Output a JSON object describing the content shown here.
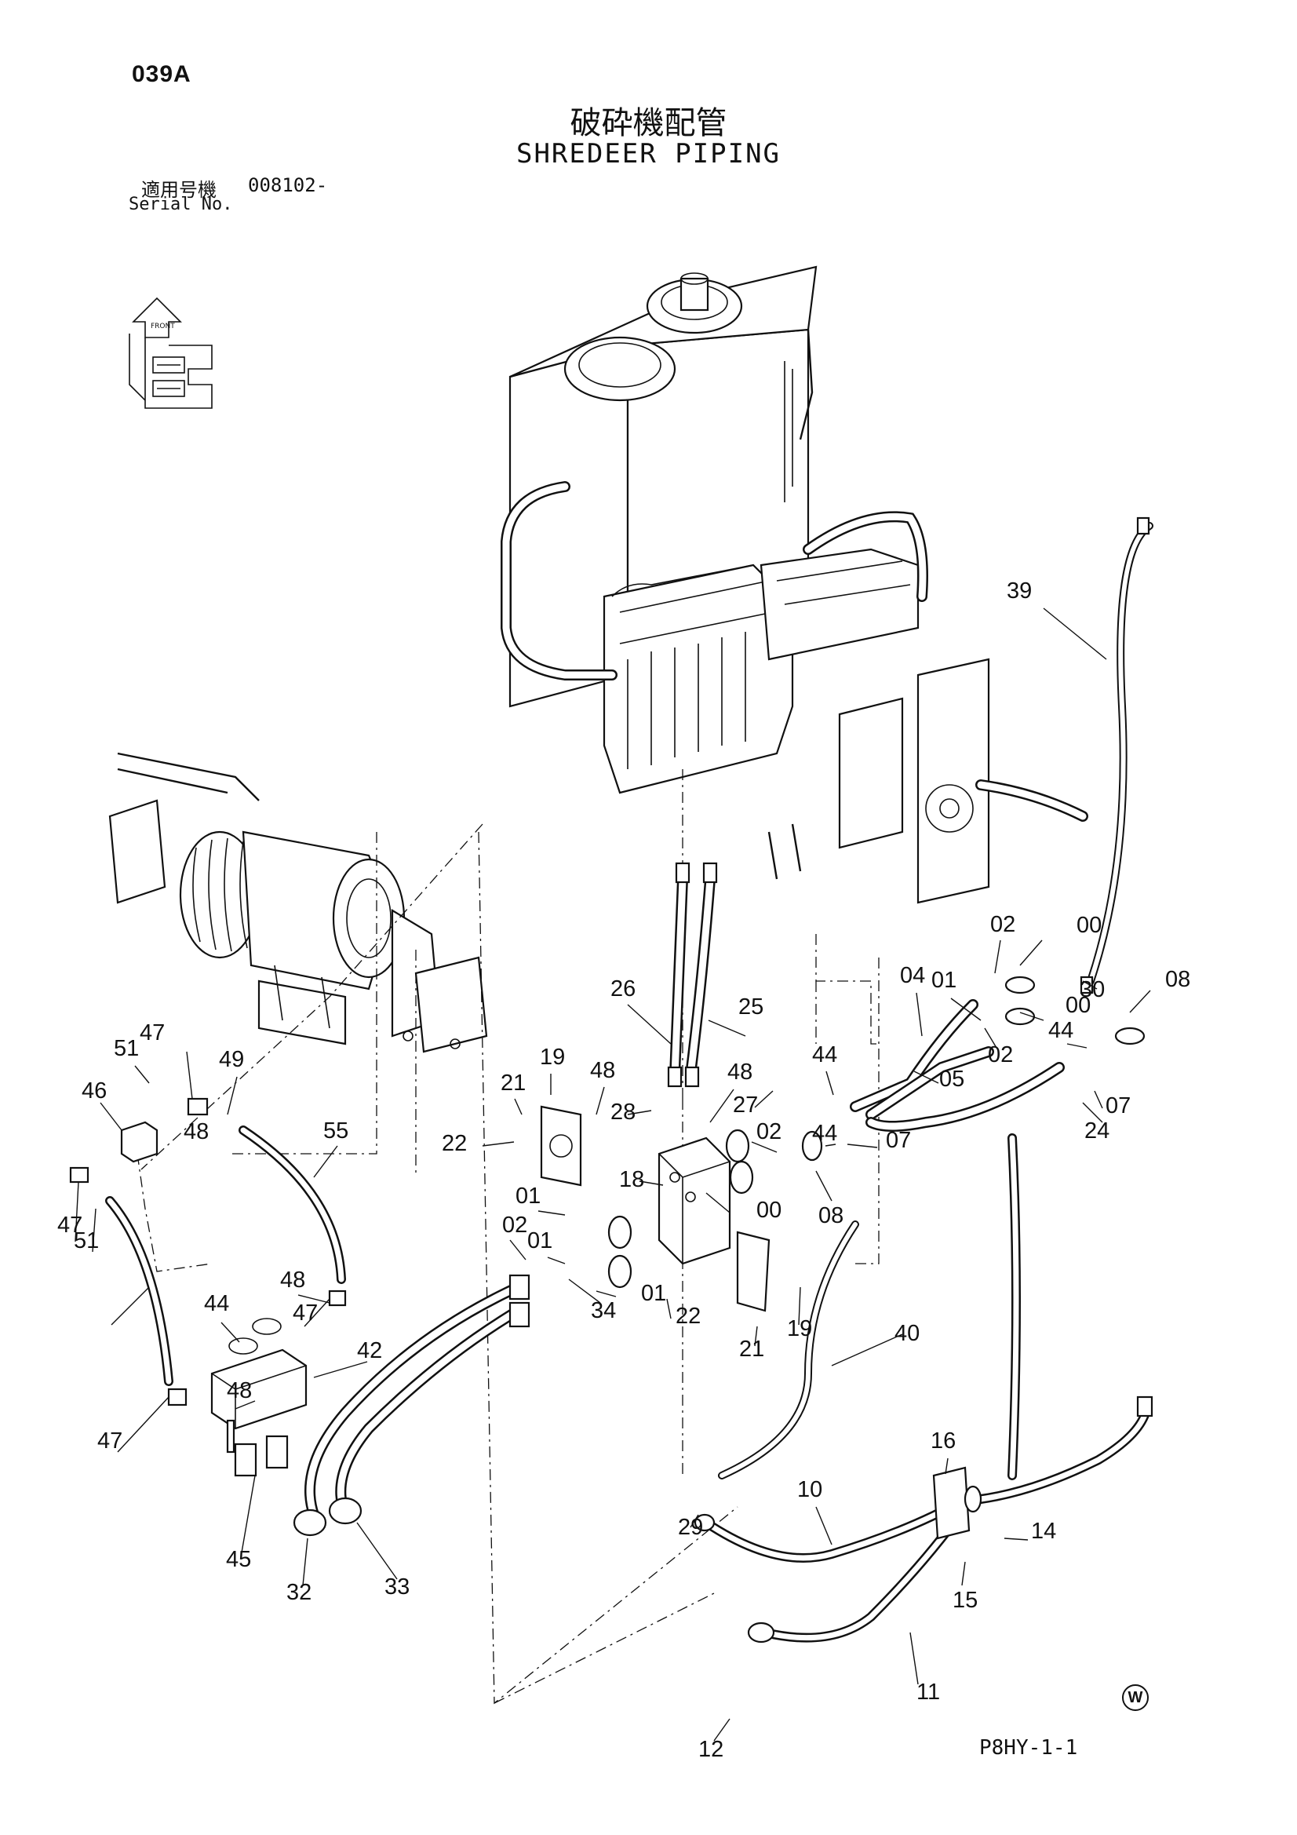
{
  "header": {
    "page_code": "039A",
    "title_jp": "破砕機配管",
    "title_en": "SHREDEER PIPING",
    "serial_label_jp": "適用号機",
    "serial_value": "008102-",
    "serial_label_en": "Serial No."
  },
  "footer": {
    "drawing_code": "P8HY-1-1",
    "w_mark": "W"
  },
  "icons": {
    "orientation": "machine-orientation-icon"
  },
  "part_labels": [
    "00",
    "00",
    "00",
    "01",
    "01",
    "01",
    "01",
    "02",
    "02",
    "02",
    "02",
    "04",
    "05",
    "07",
    "07",
    "08",
    "08",
    "10",
    "11",
    "12",
    "14",
    "15",
    "16",
    "18",
    "19",
    "19",
    "21",
    "21",
    "22",
    "22",
    "24",
    "25",
    "26",
    "27",
    "28",
    "29",
    "30",
    "32",
    "33",
    "34",
    "39",
    "40",
    "42",
    "44",
    "44",
    "44",
    "44",
    "45",
    "46",
    "47",
    "47",
    "47",
    "47",
    "48",
    "48",
    "48",
    "48",
    "48",
    "49",
    "51",
    "51",
    "55"
  ]
}
